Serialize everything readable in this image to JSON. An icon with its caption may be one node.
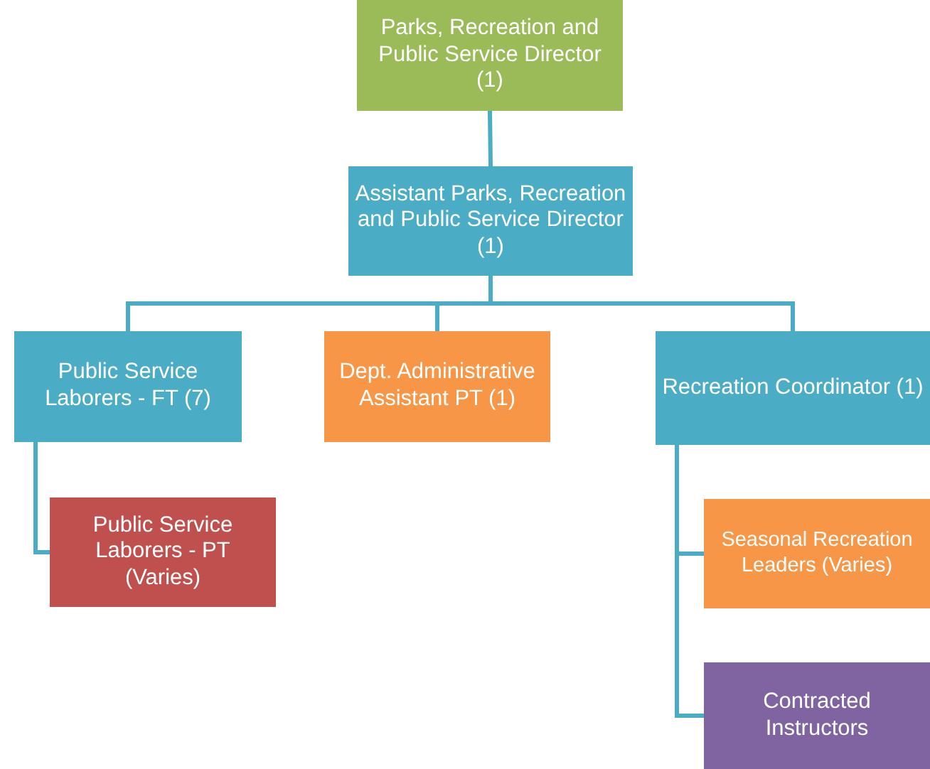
{
  "diagram": {
    "nodes": [
      {
        "text": [
          "Parks, Recreation and Public Service Director (1)"
        ]
      },
      {
        "text": [
          "Assistant Parks, Recreation and Public Service Director (1)"
        ]
      },
      {
        "text": [
          "Public Service Laborers - FT (7)"
        ]
      },
      {
        "text": [
          "Dept. Administrative Assistant PT (1)"
        ]
      },
      {
        "text": [
          "Recreation Coordinator (1)"
        ]
      },
      {
        "text": [
          "Public Service Laborers - PT (Varies)"
        ]
      },
      {
        "text": [
          "Seasonal Recreation Leaders (Varies)"
        ]
      },
      {
        "text": [
          "Contracted Instructors"
        ]
      }
    ],
    "edges": [
      {
        "from": 0,
        "to": 1,
        "arrow": "none"
      },
      {
        "from": 1,
        "to": 2,
        "arrow": "none"
      },
      {
        "from": 1,
        "to": 3,
        "arrow": "none"
      },
      {
        "from": 1,
        "to": 4,
        "arrow": "none"
      },
      {
        "from": 2,
        "to": 5,
        "arrow": "none"
      },
      {
        "from": 4,
        "to": 6,
        "arrow": "none"
      },
      {
        "from": 4,
        "to": 7,
        "arrow": "none"
      }
    ]
  }
}
